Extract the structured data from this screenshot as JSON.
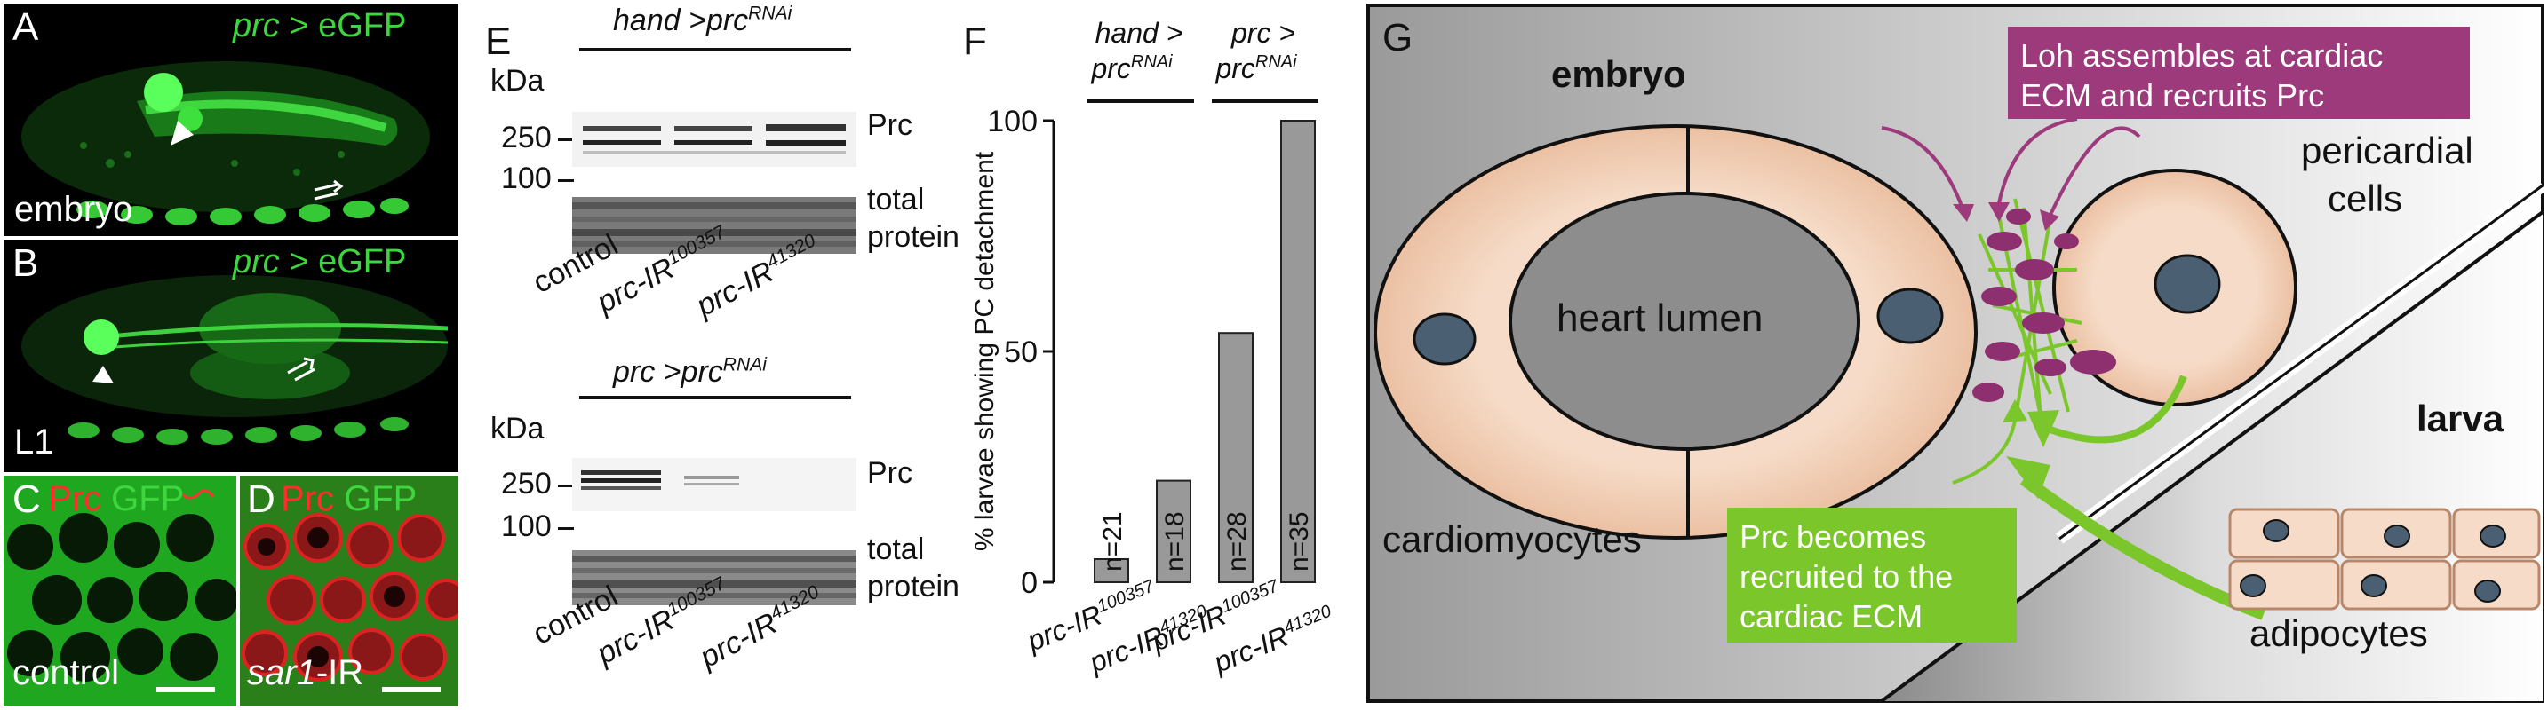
{
  "panels": {
    "A": {
      "label": "A",
      "title_gene": "prc",
      "title_rest": " > eGFP",
      "stage": "embryo"
    },
    "B": {
      "label": "B",
      "title_gene": "prc",
      "title_rest": " > eGFP",
      "stage": "L1"
    },
    "C": {
      "label": "C",
      "prc": "Prc",
      "gfp": "GFP",
      "condition": "control"
    },
    "D": {
      "label": "D",
      "prc": "Prc",
      "gfp": "GFP",
      "condition_gene": "sar1",
      "condition_rest": "-IR"
    }
  },
  "blots": {
    "label": "E",
    "top": {
      "title_a": "hand >prc",
      "title_sup": "RNAi",
      "kda": "kDa",
      "m250": "250",
      "m100": "100",
      "band": "Prc",
      "total1": "total",
      "total2": "protein"
    },
    "bottom": {
      "title_a": "prc >prc",
      "title_sup": "RNAi",
      "kda": "kDa",
      "m250": "250",
      "m100": "100",
      "band": "Prc",
      "total1": "total",
      "total2": "protein"
    },
    "lanes": {
      "l1": "control",
      "l2": "prc-IR",
      "l2sup": "100357",
      "l3": "prc-IR",
      "l3sup": "41320"
    }
  },
  "chart_label": "F",
  "chart_data": {
    "type": "bar",
    "ylabel": "% larvae showing PC detachment",
    "ylim": [
      0,
      100
    ],
    "yticks": [
      0,
      50,
      100
    ],
    "groups": [
      {
        "title_a": "hand >",
        "title_b": "prc",
        "title_sup": "RNAi"
      },
      {
        "title_a": "prc >",
        "title_b": "prc",
        "title_sup": "RNAi"
      }
    ],
    "bars": [
      {
        "label": "prc-IR",
        "sup": "100357",
        "value": 5,
        "n": "n=21"
      },
      {
        "label": "prc-IR",
        "sup": "41320",
        "value": 22,
        "n": "n=18"
      },
      {
        "label": "prc-IR",
        "sup": "100357",
        "value": 54,
        "n": "n=28"
      },
      {
        "label": "prc-IR",
        "sup": "41320",
        "value": 100,
        "n": "n=35"
      }
    ],
    "bar_color": "#999999"
  },
  "model": {
    "label": "G",
    "embryo": "embryo",
    "larva": "larva",
    "heart_lumen": "heart lumen",
    "pericardial1": "pericardial",
    "pericardial2": "cells",
    "cardiomyocytes": "cardiomyocytes",
    "adipocytes": "adipocytes",
    "loh_box": {
      "l1": "Loh assembles at cardiac",
      "l2": "ECM and recruits Prc",
      "color": "#9c3a7c"
    },
    "prc_box": {
      "l1": "Prc becomes",
      "l2": "recruited to the",
      "l3": "cardiac ECM",
      "color": "#7bc62a"
    }
  }
}
